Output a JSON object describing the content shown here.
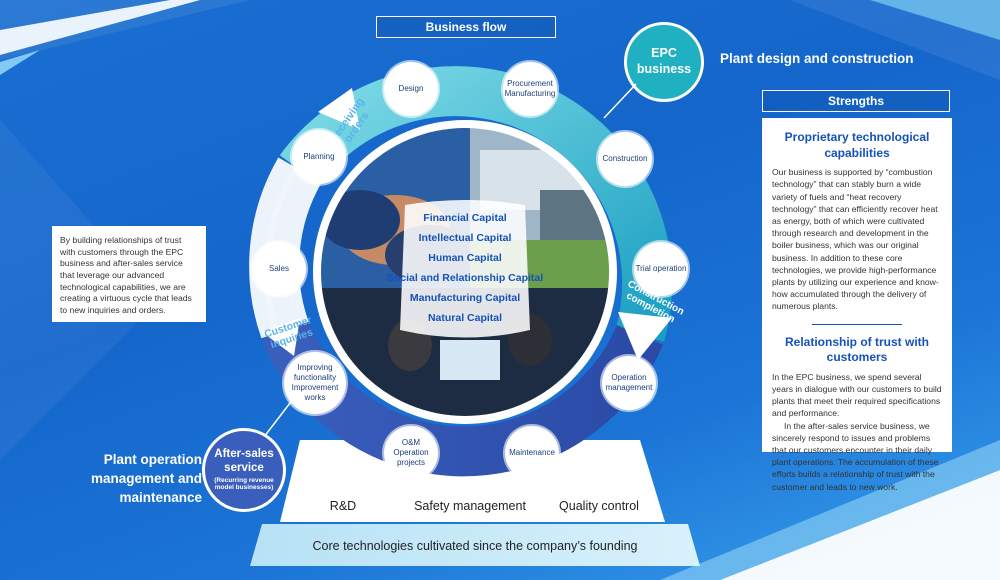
{
  "business_flow_label": "Business flow",
  "epc": {
    "circle_label": "EPC business",
    "heading": "Plant design and construction"
  },
  "after_sales": {
    "circle_title": "After-sales service",
    "circle_sub": "(Recurring revenue model businesses)",
    "heading": "Plant operation management and maintenance"
  },
  "arrows": {
    "receiving_orders": "Receiving orders",
    "construction_completion": "Construction completion",
    "customer_inquiries": "Customer inquiries"
  },
  "nodes": {
    "design": "Design",
    "procurement": "Procurement Manufacturing",
    "construction": "Construction",
    "trial_operation": "Trial operation",
    "operation_management": "Operation management",
    "maintenance": "Maintenance",
    "om_projects": "O&M Operation projects",
    "improving_1": "Improving functionality",
    "improving_2": "Improvement works",
    "sales": "Sales",
    "planning": "Planning"
  },
  "capitals": [
    "Financial Capital",
    "Intellectual Capital",
    "Human Capital",
    "Social and Relationship Capital",
    "Manufacturing Capital",
    "Natural Capital"
  ],
  "left_note": "By building relationships of trust with customers through the EPC business and after-sales service that leverage our advanced technological capabilities, we are creating a virtuous cycle that leads to new inquiries and orders.",
  "strengths": {
    "label": "Strengths",
    "items": [
      {
        "title": "Proprietary technological capabilities",
        "body": "Our business is supported by “combustion technology” that can stably burn a wide variety of fuels and “heat recovery technology” that can efficiently recover heat as energy, both of which were cultivated through research and development in the boiler business, which was our original business. In addition to these core technologies, we provide high-performance plants by utilizing our experience and know-how accumulated through the delivery of numerous plants."
      },
      {
        "title": "Relationship of trust with customers",
        "body1": "In the EPC business, we spend several years in dialogue with our customers to build plants that meet their required specifications and performance.",
        "body2": "In the after-sales service business, we sincerely respond to issues and problems that our customers encounter in their daily plant operations. The accumulation of these efforts builds a relationship of trust with the customer and leads to new work."
      }
    ]
  },
  "foundation": {
    "pillars": [
      "R&D",
      "Safety management",
      "Quality control"
    ],
    "base": "Core technologies cultivated since the company’s founding"
  },
  "colors": {
    "epc_teal": "#1fb0c2",
    "ring_blue": "#2a56b8",
    "accent_blue": "#1552b8"
  }
}
